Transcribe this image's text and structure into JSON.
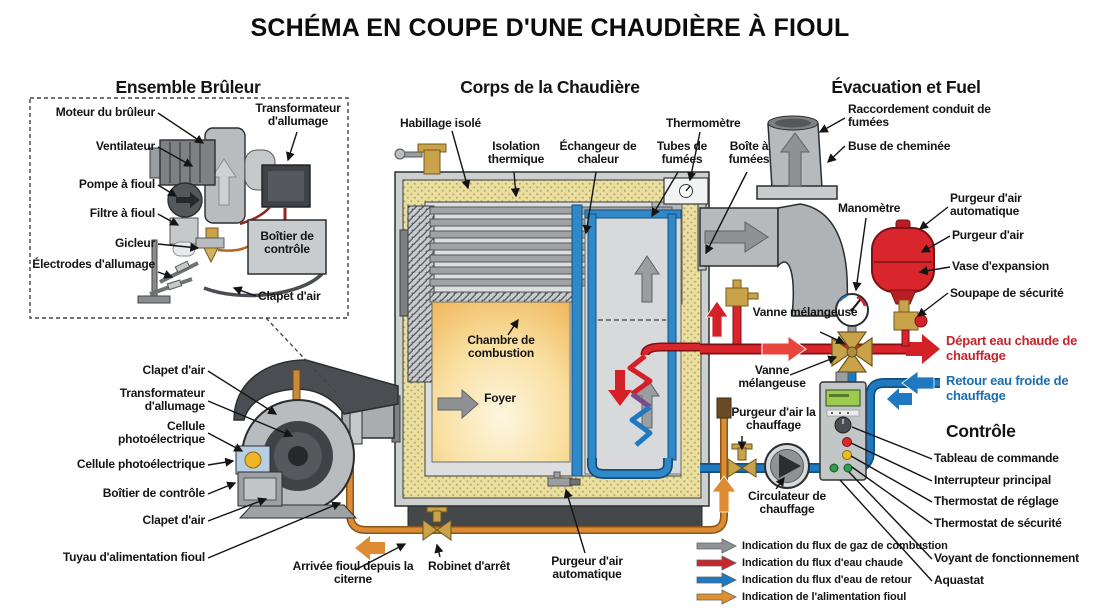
{
  "title": "SCHÉMA EN COUPE D'UNE CHAUDIÈRE À FIOUL",
  "headings": {
    "burner_assembly": "Ensemble Brûleur",
    "boiler_body": "Corps de la Chaudière",
    "evacuation_fuel": "Évacuation et Fuel",
    "control": "Contrôle"
  },
  "burner_inset": {
    "burner_motor": "Moteur du brûleur",
    "fan": "Ventilateur",
    "oil_pump": "Pompe à fioul",
    "oil_filter": "Filtre à fioul",
    "nozzle": "Gicleur",
    "ignition_electrodes": "Électrodes d'allumage",
    "ignition_transformer": "Transformateur d'allumage",
    "control_box": "Boîtier de contrôle",
    "air_flap": "Clapet d'air"
  },
  "boiler": {
    "insulated_casing": "Habillage isolé",
    "thermal_insulation": "Isolation thermique",
    "heat_exchanger": "Échangeur de chaleur",
    "flue_tubes": "Tubes de fumées",
    "smoke_box": "Boîte à fumées",
    "thermometer": "Thermomètre",
    "combustion_chamber": "Chambre de combustion",
    "hearth": "Foyer"
  },
  "evacuation": {
    "flue_duct_connection": "Raccordement conduit de fumées",
    "chimney_flue": "Buse de cheminée"
  },
  "hydraulics": {
    "pressure_gauge": "Manomètre",
    "automatic_air_vent": "Purgeur d'air automatique",
    "air_vent": "Purgeur d'air",
    "expansion_vessel": "Vase d'expansion",
    "safety_valve": "Soupape de sécurité",
    "mixing_valve_upper": "Vanne mélangeuse",
    "mixing_valve_lower": "Vanne mélangeuse",
    "hot_water_supply": "Départ eau chaude de chauffage",
    "cold_water_return": "Retour eau froide de chauffage",
    "heating_air_vent": "Purgeur d'air la chauffage",
    "circulator_pump": "Circulateur de chauffage"
  },
  "control_panel": {
    "command_panel": "Tableau de commande",
    "main_switch": "Interrupteur principal",
    "setting_thermostat": "Thermostat de réglage",
    "safety_thermostat": "Thermostat de sécurité",
    "operation_light": "Voyant de fonctionnement",
    "aquastat": "Aquastat"
  },
  "burner_unit": {
    "air_flap_upper": "Clapet d'air",
    "ignition_transformer": "Transformateur d'allumage",
    "photocell_upper": "Cellule photoélectrique",
    "photocell_lower": "Cellule photoélectrique",
    "control_box": "Boîtier de contrôle",
    "air_flap_lower": "Clapet d'air",
    "fuel_supply_pipe": "Tuyau d'alimentation fioul"
  },
  "fuel": {
    "tank_inlet": "Arrivée fioul depuis la citerne",
    "shutoff_valve": "Robinet d'arrêt",
    "automatic_air_vent": "Purgeur d'air automatique"
  },
  "legend": {
    "items": [
      {
        "color": "#8f9294",
        "label": "Indication du flux de gaz de combustion"
      },
      {
        "color": "#c8262c",
        "label": "Indication du flux d'eau chaude"
      },
      {
        "color": "#1e79c0",
        "label": "Indication du flux d'eau de retour"
      },
      {
        "color": "#e0912f",
        "label": "Indication de l'alimentation fioul"
      }
    ]
  },
  "colors": {
    "hot_water": "#d42127",
    "return_water": "#1e79c0",
    "fuel_oil": "#dd8c33",
    "combustion_gas": "#8f9294",
    "insulation": "#eadfa0",
    "expansion_vessel": "#d8262c",
    "brass": "#c9a24a",
    "hot_label_text": "#c4232a",
    "cold_label_text": "#1b6cb0"
  }
}
